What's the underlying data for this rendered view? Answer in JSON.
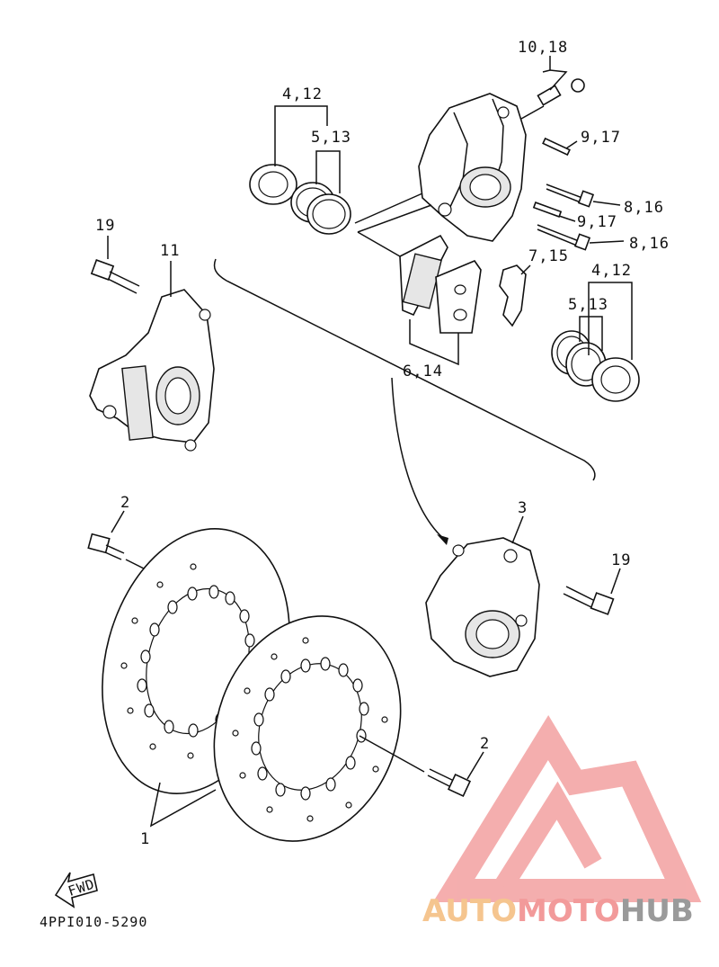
{
  "callouts": {
    "c_10_18": "10,18",
    "c_4_12_top": "4,12",
    "c_5_13_top": "5,13",
    "c_9_17_a": "9,17",
    "c_8_16_a": "8,16",
    "c_9_17_b": "9,17",
    "c_8_16_b": "8,16",
    "c_19_left": "19",
    "c_11": "11",
    "c_7_15": "7,15",
    "c_4_12_right": "4,12",
    "c_5_13_right": "5,13",
    "c_6_14": "6,14",
    "c_2_left": "2",
    "c_3": "3",
    "c_19_right": "19",
    "c_2_right": "2",
    "c_1": "1"
  },
  "fwd_label": "FWD",
  "diagram_code": "4PPI010-5290",
  "watermark": {
    "part_auto": "AUTO",
    "part_moto": "MOTO",
    "part_hub": "HUB",
    "color_auto": "#f5c58f",
    "color_moto": "#f29a9a",
    "color_hub": "#9a9a9a"
  }
}
